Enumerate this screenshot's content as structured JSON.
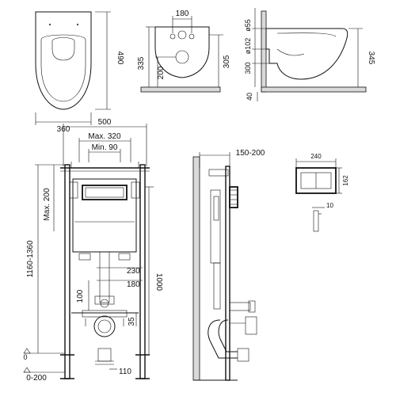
{
  "colors": {
    "ink": "#111111",
    "wall": "#d9d9d9",
    "background": "#ffffff"
  },
  "top_view": {
    "height": "490",
    "width": "360"
  },
  "front_view": {
    "hole_spacing": "180",
    "height_outer": "335",
    "height_left": "200",
    "height_right": "305"
  },
  "side_view": {
    "inlet_diameter": "ø55",
    "outlet_diameter": "ø102",
    "spacing": "300",
    "floor_clearance": "40",
    "height": "345"
  },
  "frame_view": {
    "width": "500",
    "max_width": "Max. 320",
    "min_width": "Min. 90",
    "max_height": "Max. 200",
    "height_range": "1160-1360",
    "height": "1000",
    "dim_230": "230",
    "dim_180": "180",
    "dim_100": "100",
    "dim_35": "35",
    "dim_110": "110",
    "level_zero": "0",
    "floor_range": "0-200"
  },
  "side_install": {
    "wall_offset": "150-200"
  },
  "flush_plate": {
    "width": "240",
    "height": "162",
    "depth": "10"
  }
}
